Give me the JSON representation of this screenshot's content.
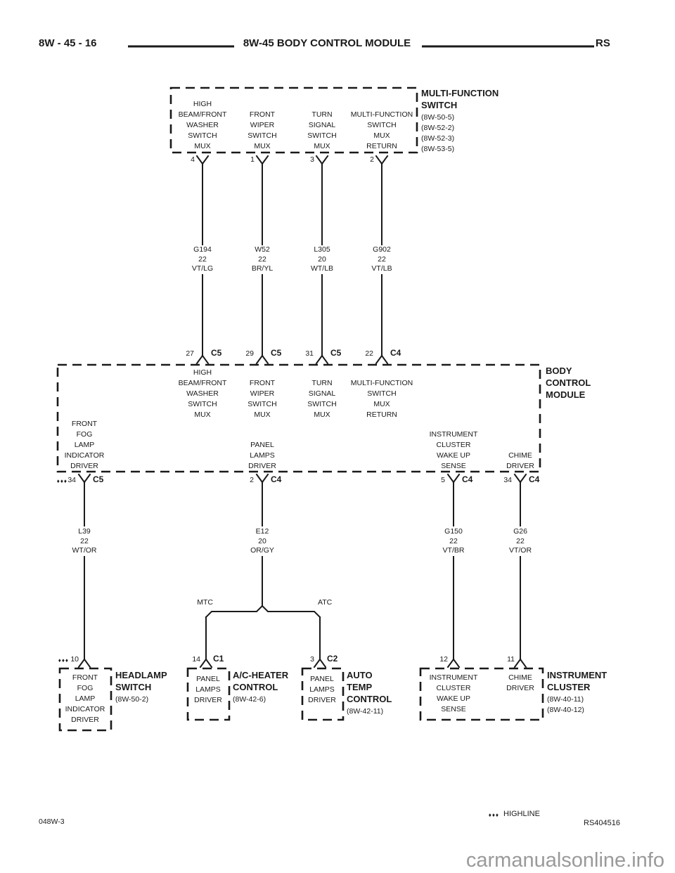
{
  "colors": {
    "ink": "#1a1a1a",
    "watermark": "#9a9a9a"
  },
  "header": {
    "page_ref": "8W - 45 - 16",
    "title": "8W-45 BODY CONTROL MODULE",
    "platform": "RS"
  },
  "top_component": {
    "title": "MULTI-FUNCTION\nSWITCH",
    "refs": "(8W-50-5)\n(8W-52-2)\n(8W-52-3)\n(8W-53-5)",
    "functions": [
      "HIGH\nBEAM/FRONT\nWASHER\nSWITCH\nMUX",
      "FRONT\nWIPER\nSWITCH\nMUX",
      "TURN\nSIGNAL\nSWITCH\nMUX",
      "MULTI-FUNCTION\nSWITCH\nMUX\nRETURN"
    ],
    "pins": [
      "4",
      "1",
      "3",
      "2"
    ]
  },
  "wires_top": [
    {
      "circuit": "G194",
      "gauge": "22",
      "color": "VT/LG"
    },
    {
      "circuit": "W52",
      "gauge": "22",
      "color": "BR/YL"
    },
    {
      "circuit": "L305",
      "gauge": "20",
      "color": "WT/LB"
    },
    {
      "circuit": "G902",
      "gauge": "22",
      "color": "VT/LB"
    }
  ],
  "bcm": {
    "title": "BODY\nCONTROL\nMODULE",
    "top_connectors": [
      {
        "pin": "27",
        "connector": "C5"
      },
      {
        "pin": "29",
        "connector": "C5"
      },
      {
        "pin": "31",
        "connector": "C5"
      },
      {
        "pin": "22",
        "connector": "C4"
      }
    ],
    "top_functions": [
      "HIGH\nBEAM/FRONT\nWASHER\nSWITCH\nMUX",
      "FRONT\nWIPER\nSWITCH\nMUX",
      "TURN\nSIGNAL\nSWITCH\nMUX",
      "MULTI-FUNCTION\nSWITCH\nMUX\nRETURN"
    ],
    "bottom_functions": [
      "FRONT\nFOG\nLAMP\nINDICATOR\nDRIVER",
      "PANEL\nLAMPS\nDRIVER",
      "INSTRUMENT\nCLUSTER\nWAKE UP\nSENSE",
      "CHIME\nDRIVER"
    ],
    "bottom_connectors": [
      {
        "dots": "♦♦♦",
        "pin": "34",
        "connector": "C5"
      },
      {
        "pin": "2",
        "connector": "C4"
      },
      {
        "pin": "5",
        "connector": "C4"
      },
      {
        "pin": "34",
        "connector": "C4"
      }
    ]
  },
  "wires_bottom": [
    {
      "circuit": "L39",
      "gauge": "22",
      "color": "WT/OR"
    },
    {
      "circuit": "E12",
      "gauge": "20",
      "color": "OR/GY"
    },
    {
      "circuit": "G150",
      "gauge": "22",
      "color": "VT/BR"
    },
    {
      "circuit": "G26",
      "gauge": "22",
      "color": "VT/OR"
    }
  ],
  "splice": {
    "left_label": "MTC",
    "right_label": "ATC"
  },
  "bottom_components": [
    {
      "dots": "♦♦♦",
      "pin": "10",
      "connector": "",
      "function": "FRONT\nFOG\nLAMP\nINDICATOR\nDRIVER",
      "name": "HEADLAMP\nSWITCH",
      "refs": "(8W-50-2)"
    },
    {
      "pin": "14",
      "connector": "C1",
      "function": "PANEL\nLAMPS\nDRIVER",
      "name": "A/C-HEATER\nCONTROL",
      "refs": "(8W-42-6)"
    },
    {
      "pin": "3",
      "connector": "C2",
      "function": "PANEL\nLAMPS\nDRIVER",
      "name": "AUTO\nTEMP\nCONTROL",
      "refs": "(8W-42-11)"
    },
    {
      "pins": [
        "12",
        "11"
      ],
      "functions": [
        "INSTRUMENT\nCLUSTER\nWAKE UP\nSENSE",
        "CHIME\nDRIVER"
      ],
      "name": "INSTRUMENT\nCLUSTER",
      "refs": "(8W-40-11)\n(8W-40-12)"
    }
  ],
  "footer": {
    "sheet": "048W-3",
    "legend_dots": "♦♦♦",
    "legend_label": "HIGHLINE",
    "doc_id": "RS404516",
    "watermark": "carmanualsonline.info"
  }
}
